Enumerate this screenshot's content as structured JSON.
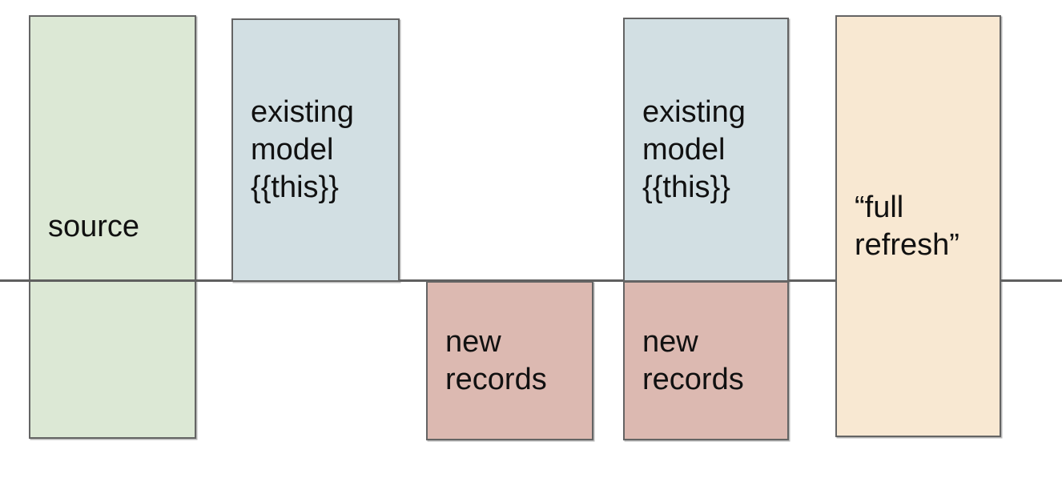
{
  "colors": {
    "background": "#ffffff",
    "baseline": "#5f5f5f",
    "border": "#646464",
    "text": "#111111",
    "source_fill": "#dce8d5",
    "existing_model_fill": "#d2dfe3",
    "new_records_fill": "#dcb9b1",
    "full_refresh_fill": "#f8e8d2"
  },
  "boxes": [
    {
      "name": "source",
      "label": "source"
    },
    {
      "name": "existing-model-1",
      "label": "existing\nmodel\n{{this}}"
    },
    {
      "name": "new-records-1",
      "label": "new\nrecords"
    },
    {
      "name": "existing-model-2",
      "label": "existing\nmodel\n{{this}}"
    },
    {
      "name": "new-records-2",
      "label": "new\nrecords"
    },
    {
      "name": "full-refresh",
      "label": "“full\nrefresh”"
    }
  ]
}
